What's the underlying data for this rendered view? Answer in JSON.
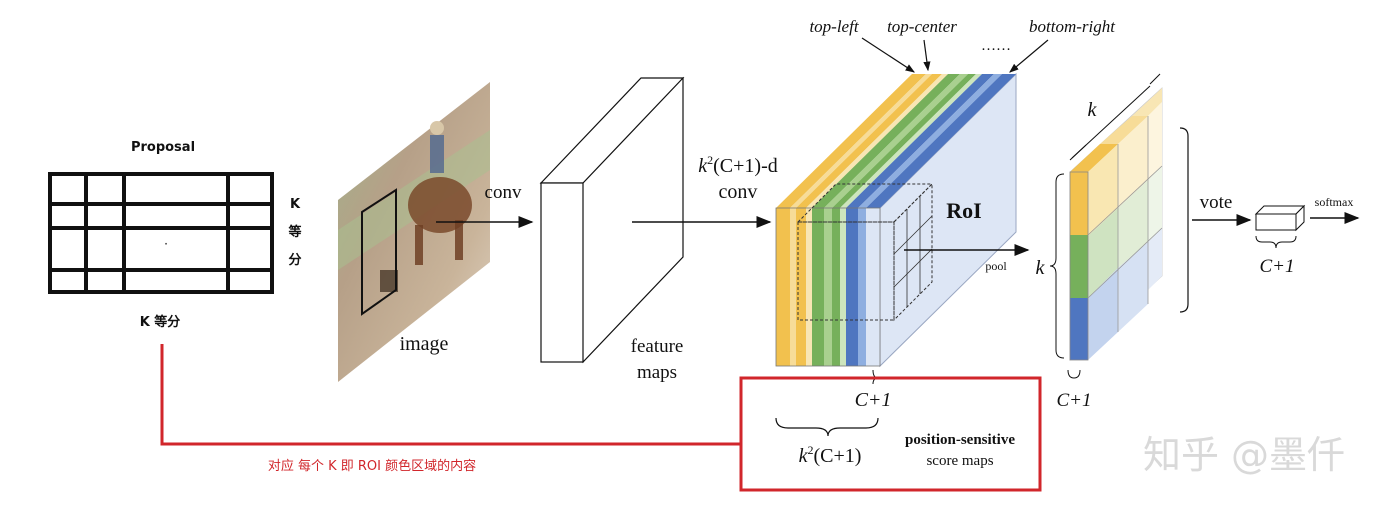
{
  "proposal": {
    "title": "Proposal",
    "bottom_label": "K 等分",
    "side_label": [
      "K",
      "等",
      "分"
    ],
    "center_mark": "·"
  },
  "image_label": "image",
  "conv1_label": "conv",
  "feature_maps_label": [
    "feature",
    "maps"
  ],
  "conv2": {
    "line1_prefix": "k",
    "line1_sup": "2",
    "line1_suffix": "(C+1)-d",
    "line2": "conv"
  },
  "cube_labels": {
    "top_left": "top-left",
    "top_center": "top-center",
    "dots": "……",
    "bottom_right": "bottom-right",
    "roi": "RoI",
    "pool": "pool"
  },
  "score_box": {
    "c_plus_1": "C+1",
    "k2_prefix": "k",
    "k2_sup": "2",
    "k2_suffix": "(C+1)",
    "ps_title": "position-sensitive",
    "ps_sub": "score maps"
  },
  "pooled": {
    "k_top": "k",
    "k_left": "k",
    "c_plus_1": "C+1"
  },
  "vote_label": "vote",
  "softmax_label": "softmax",
  "out_c_plus_1": "C+1",
  "annotation": "对应 每个 K 即 ROI 颜色区域的内容",
  "watermark": "知乎 @墨仟",
  "colors": {
    "yellow": "#f2c14e",
    "green": "#76b05b",
    "blue": "#4f76c0",
    "red": "#d1262b",
    "light_blue": "#dde6f5"
  }
}
